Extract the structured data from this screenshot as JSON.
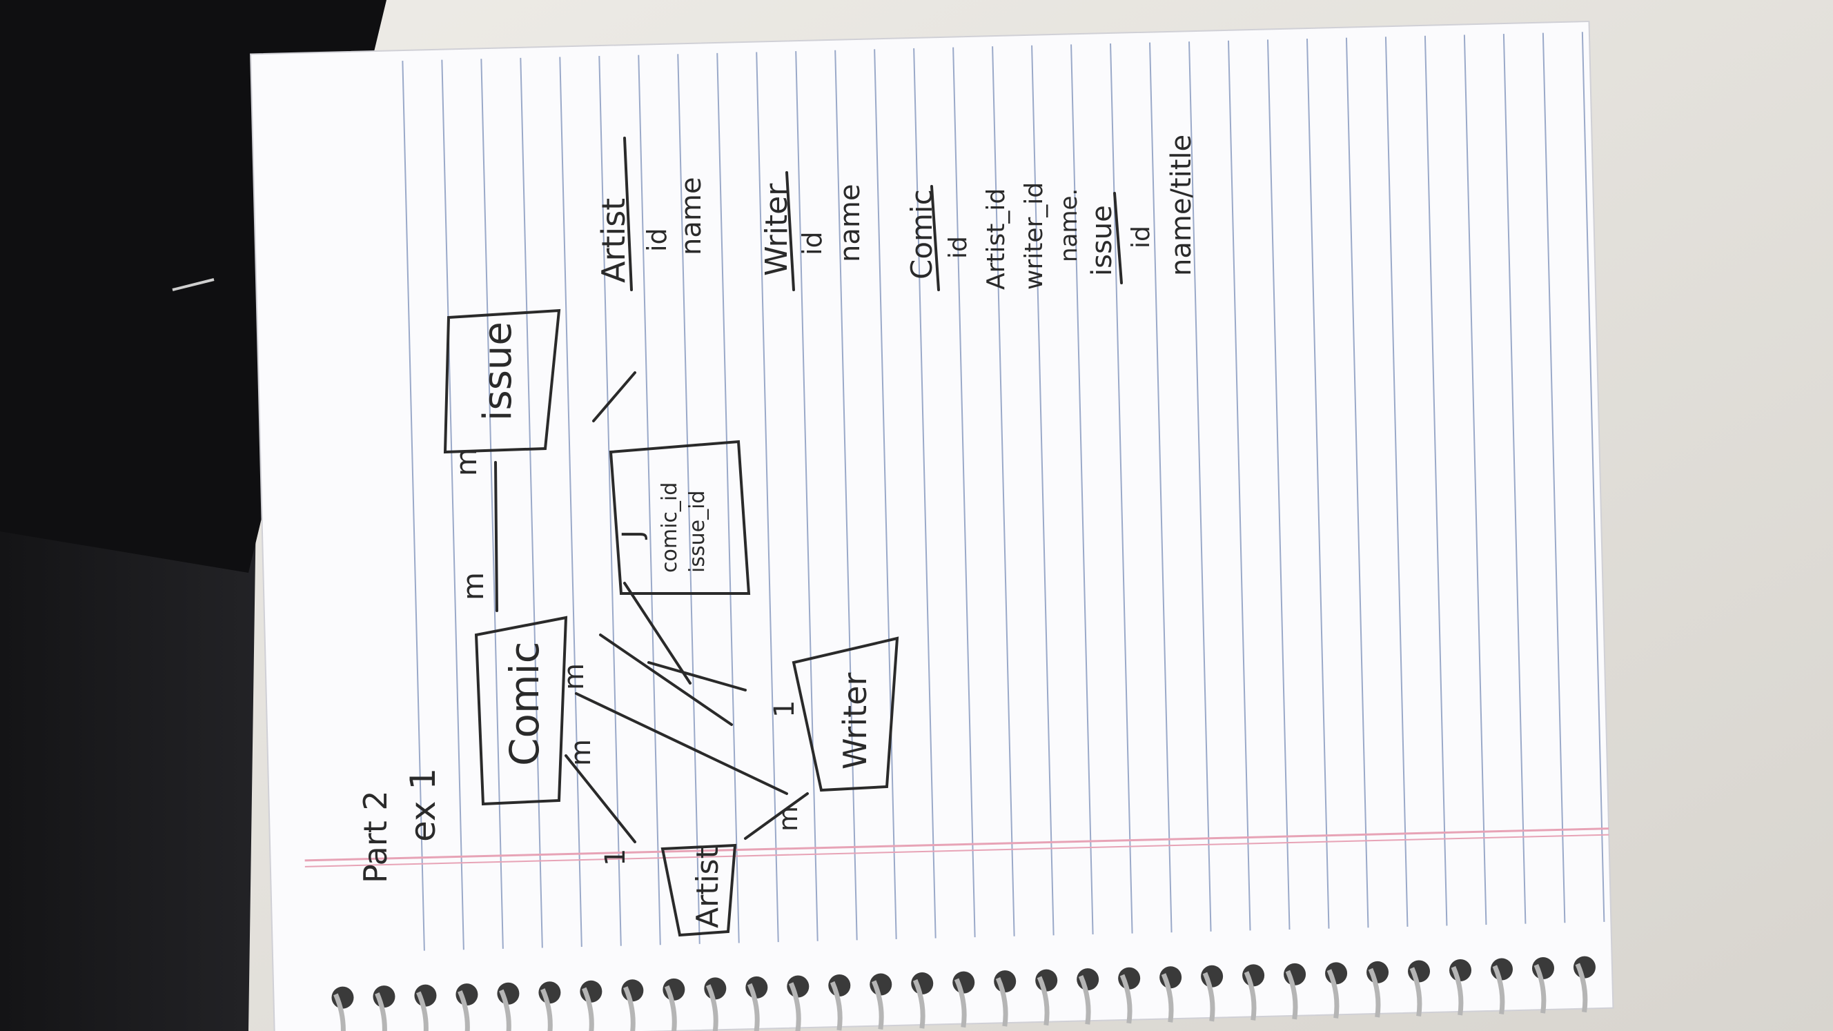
{
  "header": {
    "part_label": "Part 2",
    "exercise_label": "ex 1"
  },
  "diagram": {
    "entities": {
      "comic": "Comic",
      "issue": "issue",
      "artist": "Artist",
      "writer": "Writer",
      "junction": {
        "line1": "comic_id",
        "line2": "issue_id"
      }
    },
    "cardinalities": {
      "comic_issue_left": "m",
      "comic_issue_right": "m",
      "comic_to_artist": "m",
      "comic_to_writer": "m",
      "artist_side": "1",
      "writer_side": "1",
      "junction_mark": "J",
      "artist_writer_mark": "m"
    }
  },
  "schema": {
    "artist": {
      "title": "Artist",
      "fields": [
        "id",
        "name"
      ]
    },
    "writer": {
      "title": "Writer",
      "fields": [
        "id",
        "name"
      ]
    },
    "comic": {
      "title": "Comic",
      "fields": [
        "id",
        "Artist_id",
        "writer_id",
        "name."
      ]
    },
    "issue": {
      "title": "issue",
      "fields": [
        "id",
        "name/title"
      ]
    }
  },
  "colors": {
    "paper": "#fbfbfd",
    "rule_line": "#9aa9c9",
    "margin_line": "#e7a3b6",
    "ink": "#2a2a2a",
    "laptop": "#1d1d1f"
  }
}
